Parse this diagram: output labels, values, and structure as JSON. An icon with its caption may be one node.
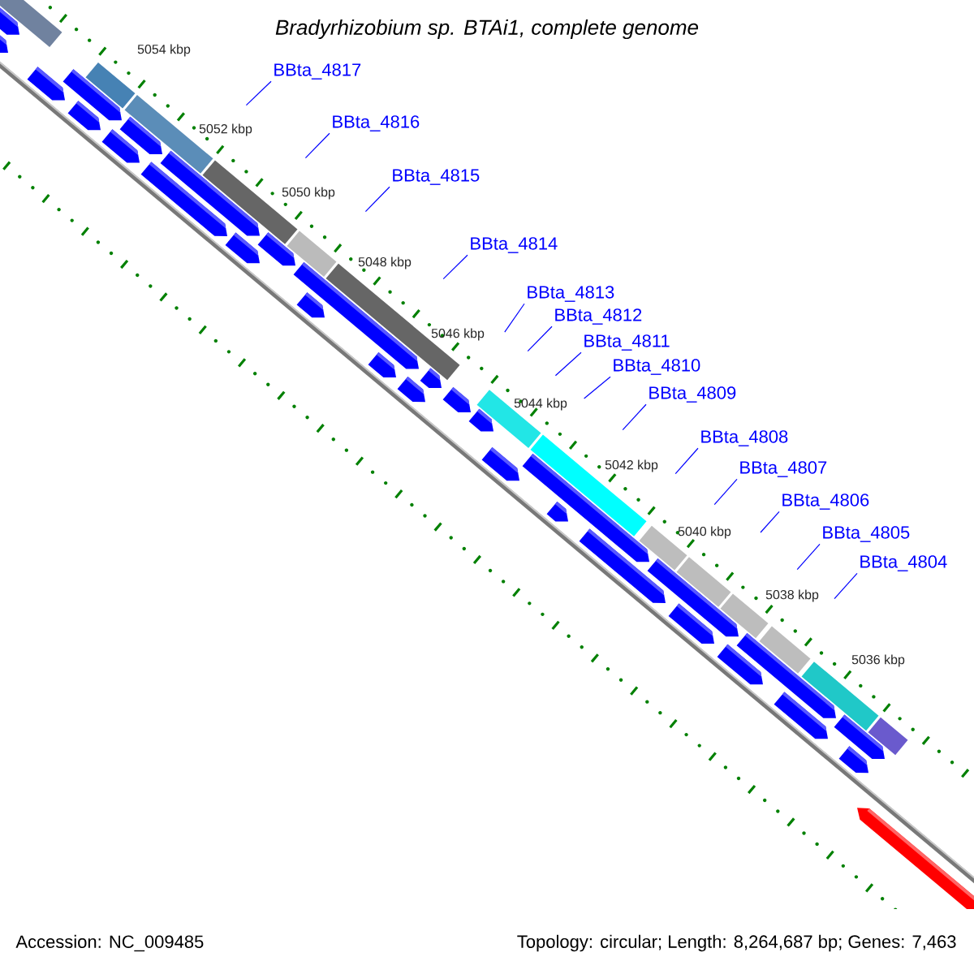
{
  "diagram": {
    "title": "Bradyrhizobium sp. BTAi1, complete genome",
    "nodes": [
      {
        "text": [
          "BBta_4817"
        ]
      },
      {
        "text": [
          "BBta_4816"
        ]
      },
      {
        "text": [
          "BBta_4815"
        ]
      },
      {
        "text": [
          "BBta_4814"
        ]
      },
      {
        "text": [
          "BBta_4813"
        ]
      },
      {
        "text": [
          "BBta_4812"
        ]
      },
      {
        "text": [
          "BBta_4811"
        ]
      },
      {
        "text": [
          "BBta_4810"
        ]
      },
      {
        "text": [
          "BBta_4809"
        ]
      },
      {
        "text": [
          "BBta_4808"
        ]
      },
      {
        "text": [
          "BBta_4807"
        ]
      },
      {
        "text": [
          "BBta_4806"
        ]
      },
      {
        "text": [
          "BBta_4805"
        ]
      },
      {
        "text": [
          "BBta_4804"
        ]
      }
    ],
    "edges": [
      {
        "from": 0,
        "to": null,
        "arrow": "none"
      },
      {
        "from": 1,
        "to": null,
        "arrow": "none"
      },
      {
        "from": 2,
        "to": null,
        "arrow": "none"
      },
      {
        "from": 3,
        "to": null,
        "arrow": "none"
      },
      {
        "from": 4,
        "to": null,
        "arrow": "none"
      },
      {
        "from": 5,
        "to": null,
        "arrow": "none"
      },
      {
        "from": 6,
        "to": null,
        "arrow": "none"
      },
      {
        "from": 7,
        "to": null,
        "arrow": "none"
      },
      {
        "from": 8,
        "to": null,
        "arrow": "none"
      },
      {
        "from": 9,
        "to": null,
        "arrow": "none"
      },
      {
        "from": 10,
        "to": null,
        "arrow": "none"
      },
      {
        "from": 11,
        "to": null,
        "arrow": "none"
      },
      {
        "from": 12,
        "to": null,
        "arrow": "none"
      },
      {
        "from": 13,
        "to": null,
        "arrow": "none"
      }
    ],
    "labels": [
      "5054 kbp",
      "5052 kbp",
      "5050 kbp",
      "5048 kbp",
      "5046 kbp",
      "5044 kbp",
      "5042 kbp",
      "5040 kbp",
      "5038 kbp",
      "5036 kbp",
      "Accession: NC_009485",
      "Topology: circular; Length: 8,264,687 bp; Genes: 7,463"
    ]
  }
}
